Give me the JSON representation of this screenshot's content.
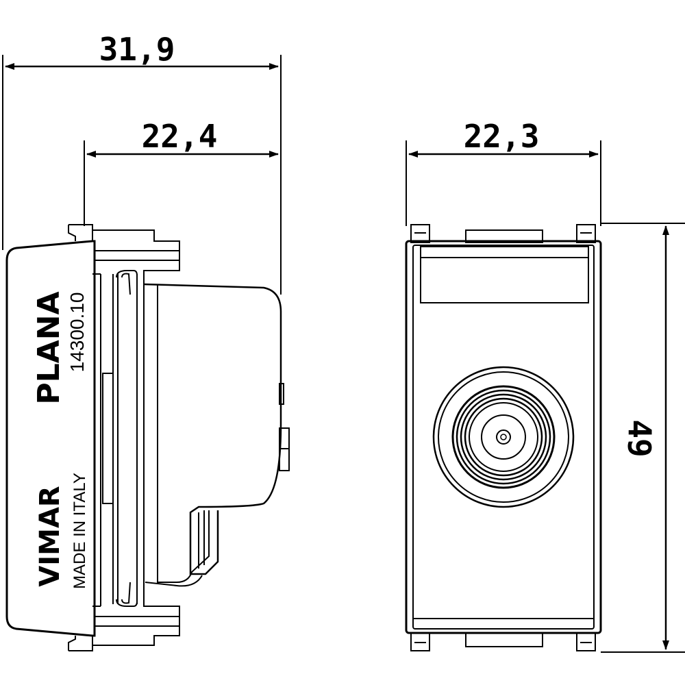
{
  "dimensions": {
    "overall_depth": "31,9",
    "body_depth": "22,4",
    "front_width": "22,3",
    "height": "49"
  },
  "side_view": {
    "model_line": "PLANA",
    "article_code": "14300.10",
    "brand": "VIMAR",
    "origin": "MADE IN ITALY"
  },
  "colors": {
    "line": "#000000",
    "background": "#ffffff"
  }
}
